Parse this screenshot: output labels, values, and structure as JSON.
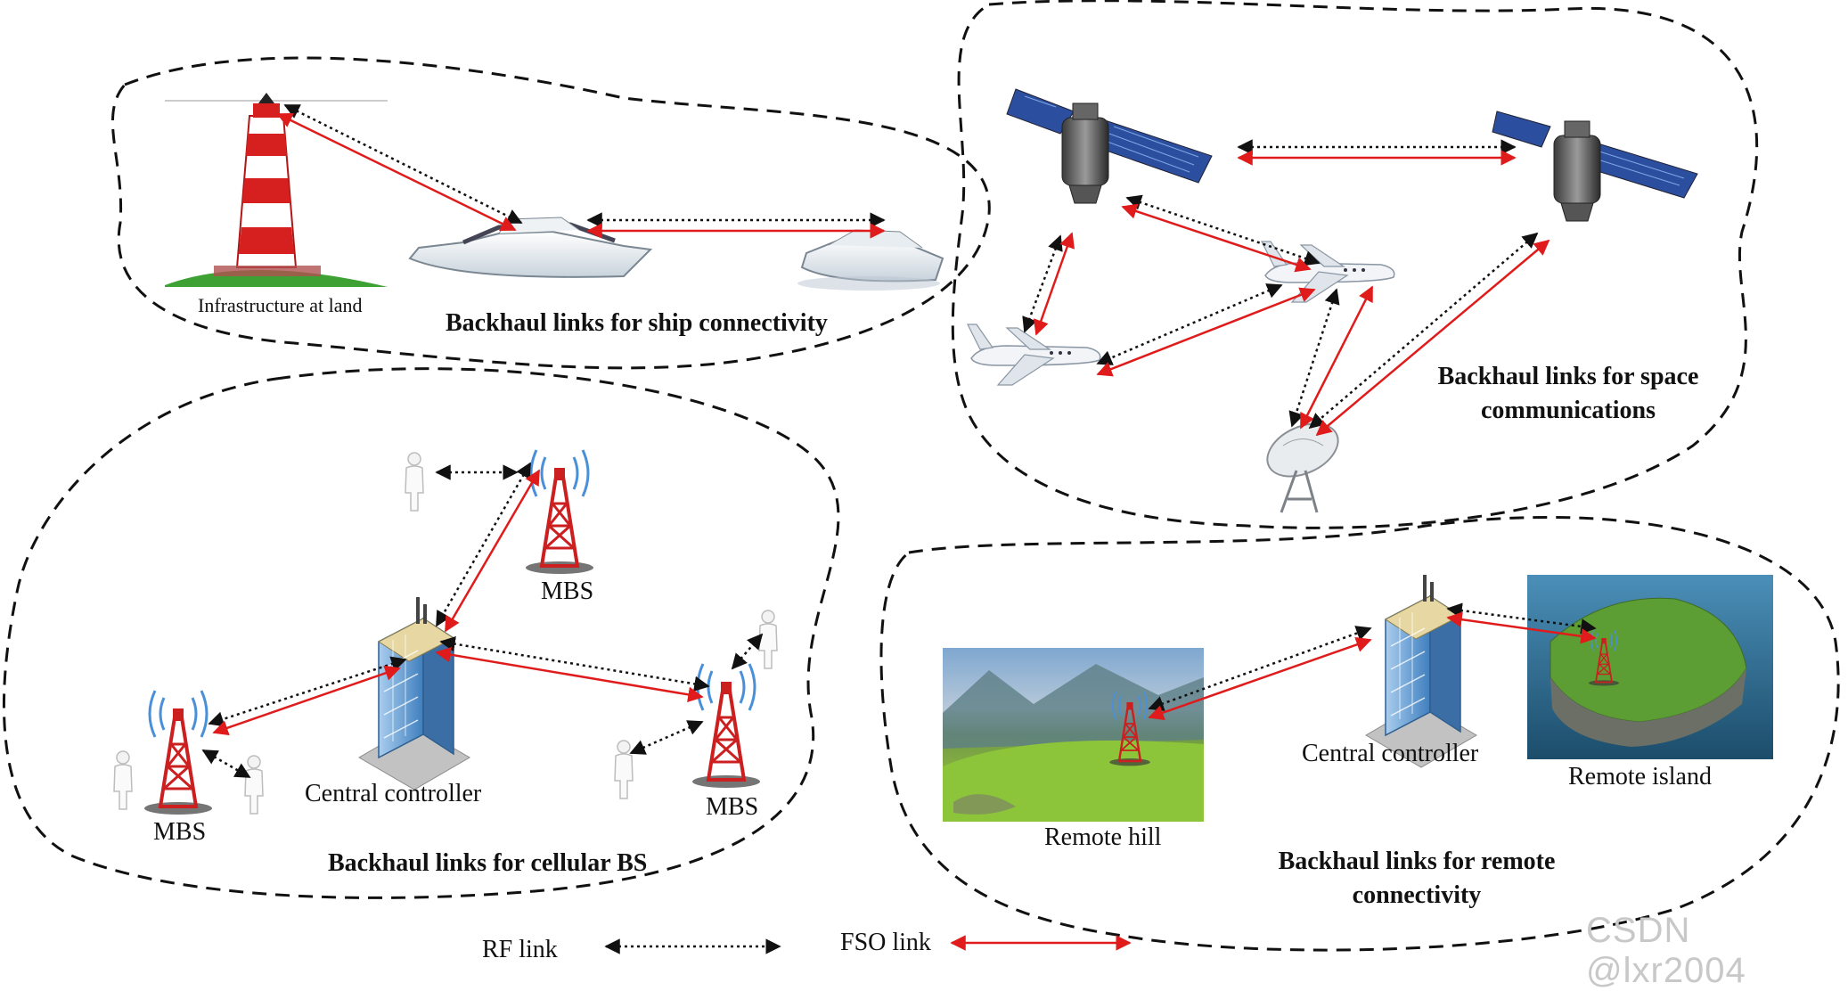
{
  "labels": {
    "infrastructure": "Infrastructure at land",
    "ship_title": "Backhaul links for ship connectivity",
    "space_title_1": "Backhaul links for space",
    "space_title_2": "communications",
    "cellular_title": "Backhaul links for cellular BS",
    "remote_title_1": "Backhaul links for remote",
    "remote_title_2": "connectivity",
    "mbs_top": "MBS",
    "mbs_left": "MBS",
    "mbs_right": "MBS",
    "central_controller_cell": "Central controller",
    "central_controller_remote": "Central controller",
    "remote_hill": "Remote hill",
    "remote_island": "Remote island"
  },
  "legend": {
    "rf_label": "RF link",
    "fso_label": "FSO link"
  },
  "watermark": "CSDN @lxr2004",
  "colors": {
    "rf_link": "#111111",
    "fso_link": "#e01b1b",
    "boundary": "#111111",
    "tower": "#cc1f1f",
    "building": "#5b9bd5",
    "sea": "#2e6f91",
    "grass": "#7db83a"
  }
}
